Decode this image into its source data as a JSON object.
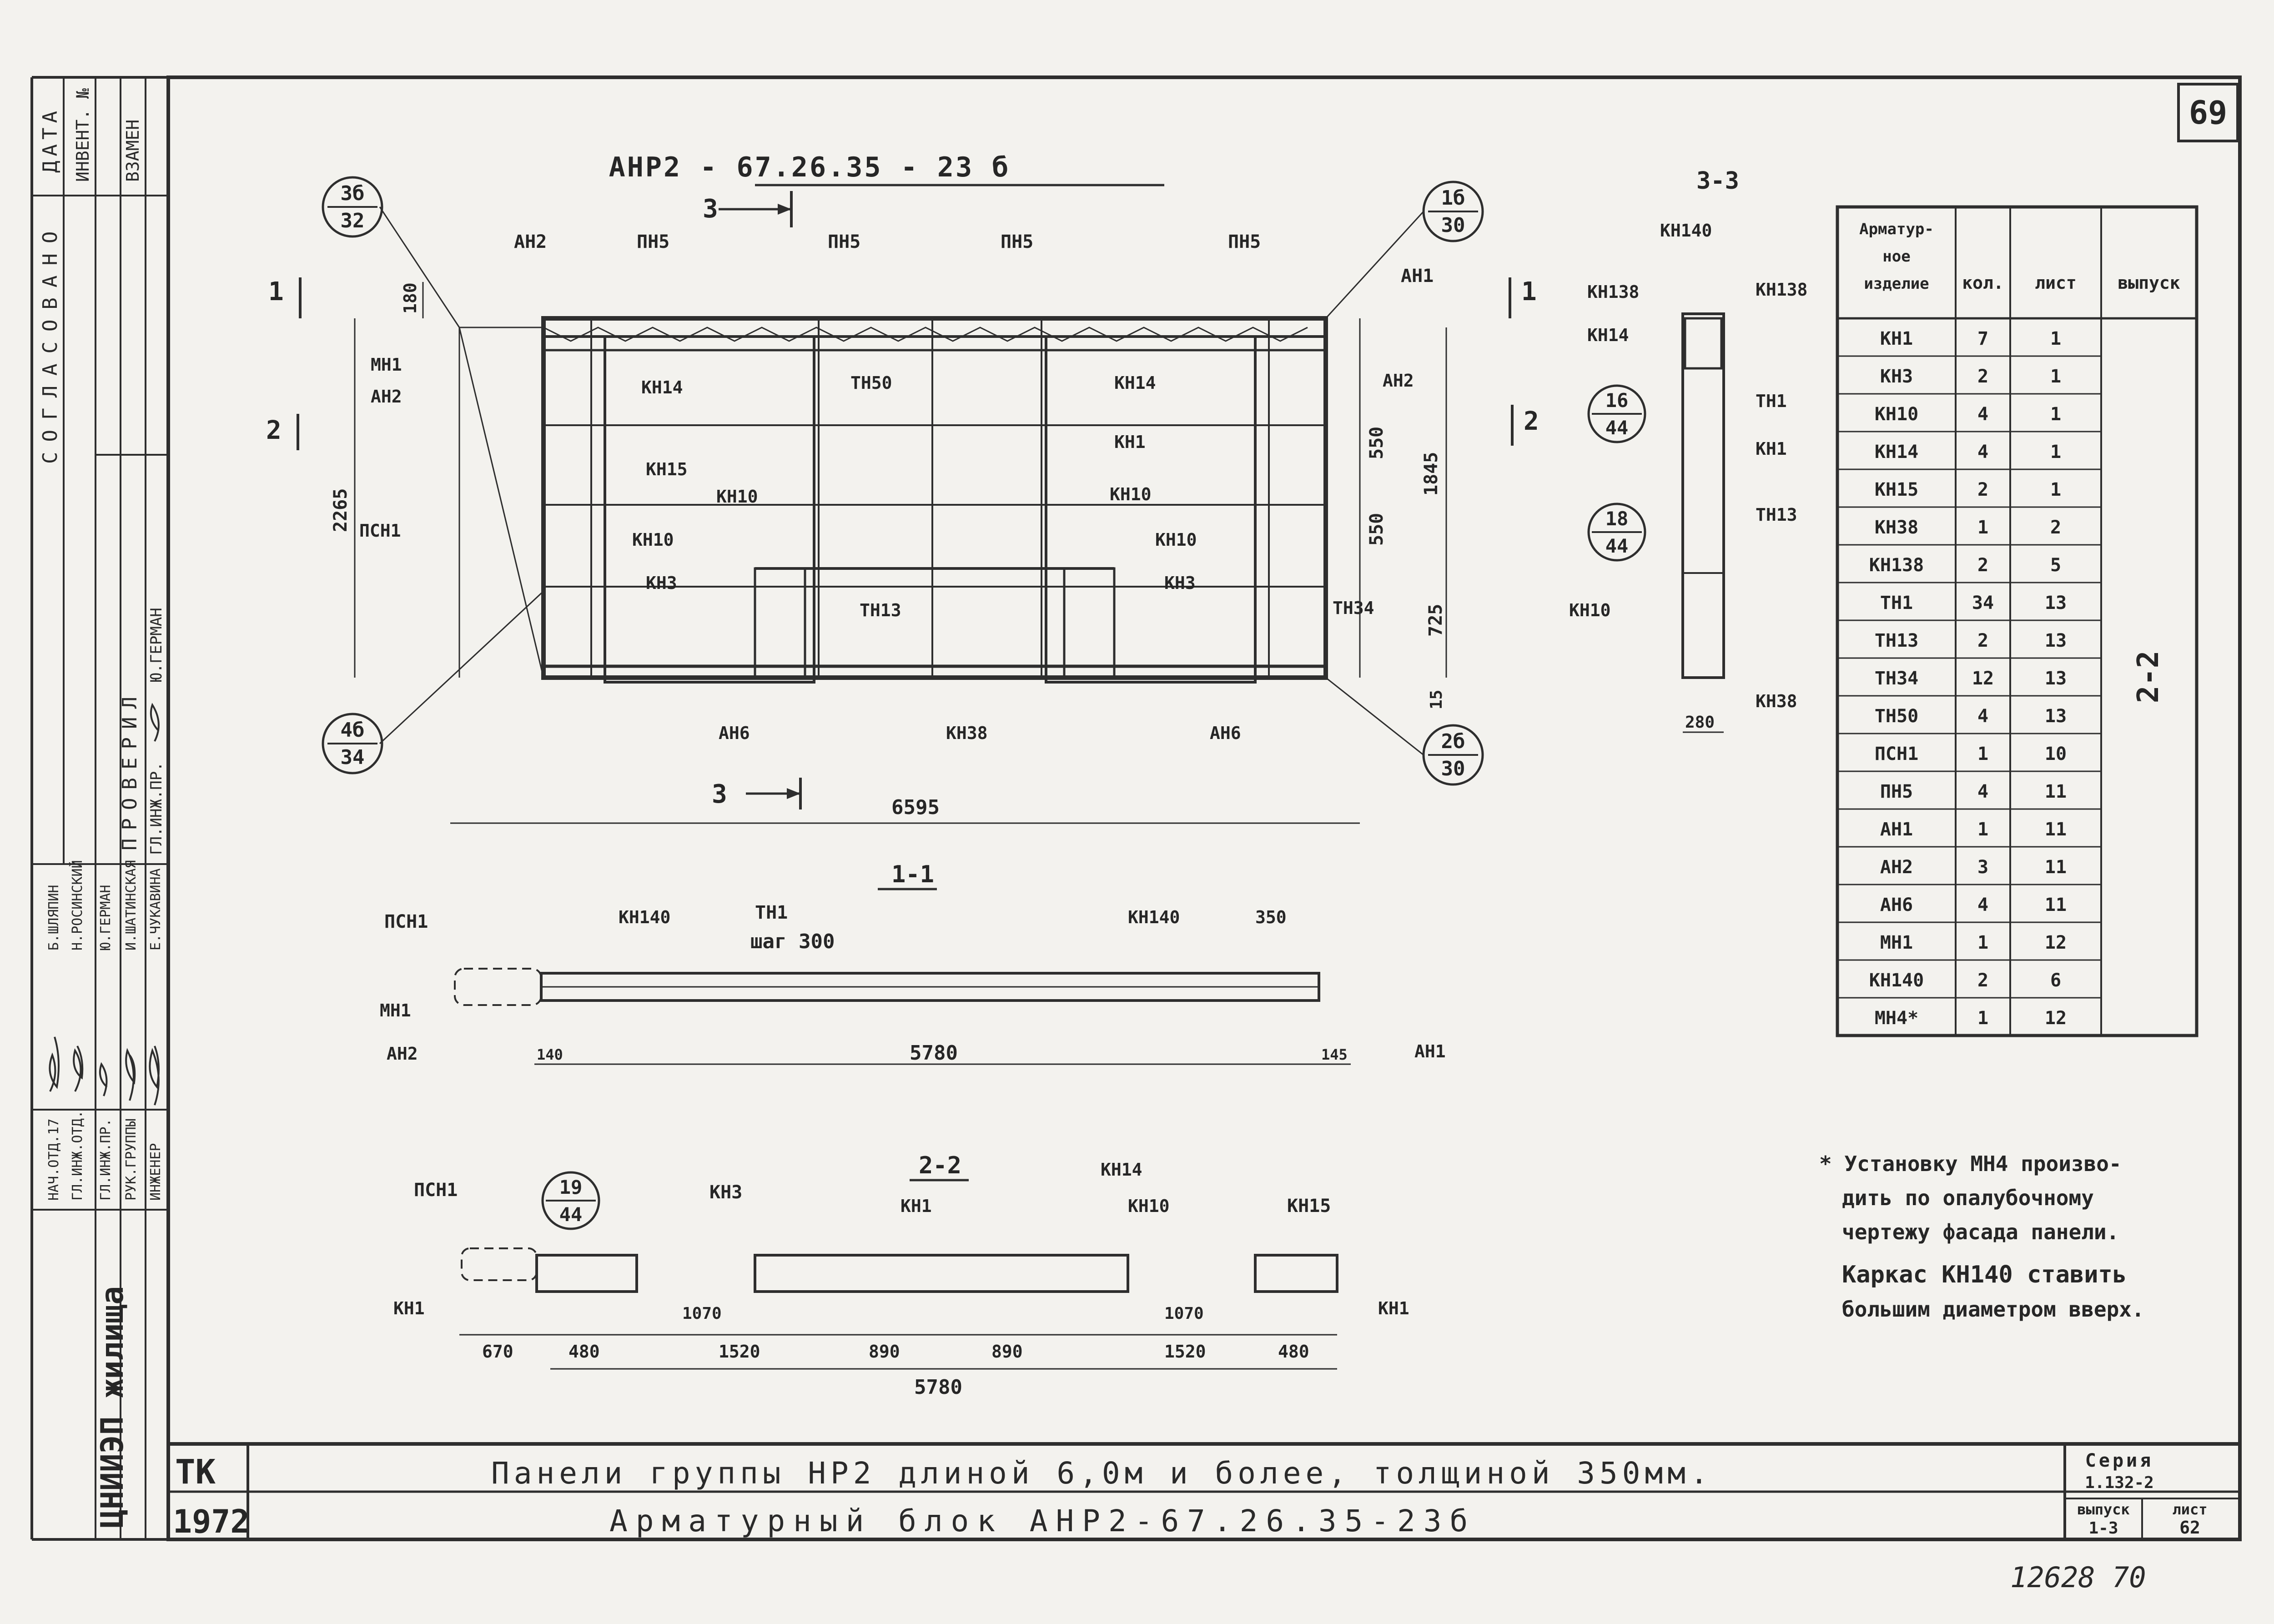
{
  "sheet": {
    "number": "69",
    "stamp": "12628   70"
  },
  "main_view": {
    "title": "АНР2 - 67.26.35 - 23 б",
    "section_marks": [
      "1",
      "1",
      "2",
      "2",
      "3",
      "3"
    ],
    "callouts": [
      {
        "top": "3б",
        "bottom": "32"
      },
      {
        "top": "1б",
        "bottom": "30"
      },
      {
        "top": "4б",
        "bottom": "34"
      },
      {
        "top": "2б",
        "bottom": "30"
      }
    ],
    "labels": [
      "АН2",
      "ПН5",
      "ПН5",
      "ПН5",
      "ПН5",
      "АН1",
      "МН1",
      "АН2",
      "КН14",
      "ТН50",
      "КН14",
      "АН2",
      "КН1",
      "КН15",
      "КН10",
      "КН10",
      "ПСН1",
      "КН10",
      "КН10",
      "КН3",
      "КН3",
      "ТН13",
      "ТН34",
      "АН6",
      "КН38",
      "АН6"
    ],
    "dims": [
      "180",
      "2265",
      "550",
      "550",
      "1845",
      "725",
      "15",
      "6595"
    ]
  },
  "section_33": {
    "title": "3-3",
    "labels": [
      "КН140",
      "КН138",
      "КН138",
      "КН14",
      "ТН1",
      "КН1",
      "ТН13",
      "КН10",
      "КН38"
    ],
    "callouts": [
      {
        "top": "16",
        "bottom": "44"
      },
      {
        "top": "18",
        "bottom": "44"
      }
    ],
    "dims": [
      "280"
    ]
  },
  "section_11": {
    "title": "1-1",
    "labels": [
      "ПСН1",
      "КН140",
      "ТН1",
      "шаг 300",
      "КН140",
      "МН1",
      "АН2",
      "АН1"
    ],
    "dims": [
      "350",
      "140",
      "5780",
      "145"
    ]
  },
  "section_22": {
    "title": "2-2",
    "labels": [
      "ПСН1",
      "КН3",
      "КН14",
      "КН1",
      "КН10",
      "КН15",
      "КН1",
      "КН1"
    ],
    "callout": {
      "top": "19",
      "bottom": "44"
    },
    "dims": [
      "1070",
      "1070",
      "670",
      "480",
      "1520",
      "890",
      "890",
      "1520",
      "480",
      "5780"
    ]
  },
  "table": {
    "headers": [
      "Арматур-\nное\nизделие",
      "кол.",
      "лист",
      "выпуск"
    ],
    "rows": [
      [
        "КН1",
        "7",
        "1"
      ],
      [
        "КН3",
        "2",
        "1"
      ],
      [
        "КН10",
        "4",
        "1"
      ],
      [
        "КН14",
        "4",
        "1"
      ],
      [
        "КН15",
        "2",
        "1"
      ],
      [
        "КН38",
        "1",
        "2"
      ],
      [
        "КН138",
        "2",
        "5"
      ],
      [
        "ТН1",
        "34",
        "13"
      ],
      [
        "ТН13",
        "2",
        "13"
      ],
      [
        "ТН34",
        "12",
        "13"
      ],
      [
        "ТН50",
        "4",
        "13"
      ],
      [
        "ПСН1",
        "1",
        "10"
      ],
      [
        "ПН5",
        "4",
        "11"
      ],
      [
        "АН1",
        "1",
        "11"
      ],
      [
        "АН2",
        "3",
        "11"
      ],
      [
        "АН6",
        "4",
        "11"
      ],
      [
        "МН1",
        "1",
        "12"
      ],
      [
        "КН140",
        "2",
        "6"
      ],
      [
        "МН4*",
        "1",
        "12"
      ]
    ],
    "release": "2-2"
  },
  "notes": {
    "lines": [
      "* Установку МН4 произво-",
      "дить по опалубочному",
      "чертежу фасада панели.",
      "Каркас КН140 ставить",
      "большим диаметром вверх."
    ]
  },
  "left_strip": {
    "agreed": "СОГЛАСОВАНО",
    "date": "ДАТА",
    "inv": "ИНВЕНТ. №",
    "replace": "ВЗАМЕН",
    "checked": "ПРОВЕРИЛ",
    "checked_roles": [
      "ГЛ.ИНЖ.ПР.",
      "Ю.ГЕРМАН"
    ],
    "roles": [
      "НАЧ.ОТД.17",
      "ГЛ.ИНЖ.ОТД.",
      "ГЛ.ИНЖ.ПР.",
      "РУК.ГРУППЫ",
      "ИНЖЕНЕР"
    ],
    "names": [
      "Б.ШЛЯПИН",
      "Н.РОСИНСКИЙ",
      "Ю.ГЕРМАН",
      "И.ШАТИНСКАЯ",
      "Е.ЧУКАВИНА"
    ],
    "org": "ЦНИИЭП жилища"
  },
  "title_block": {
    "tk": "ТК",
    "year": "1972",
    "line1": "Панели группы НР2 длиной 6,0м и более, толщиной 350мм.",
    "line2": "Арматурный блок АНР2-67.26.35-23б",
    "series_label": "Серия",
    "series_value": "1.132-2",
    "issue_label": "выпуск",
    "issue_value": "1-3",
    "sheet_label": "лист",
    "sheet_value": "62"
  }
}
